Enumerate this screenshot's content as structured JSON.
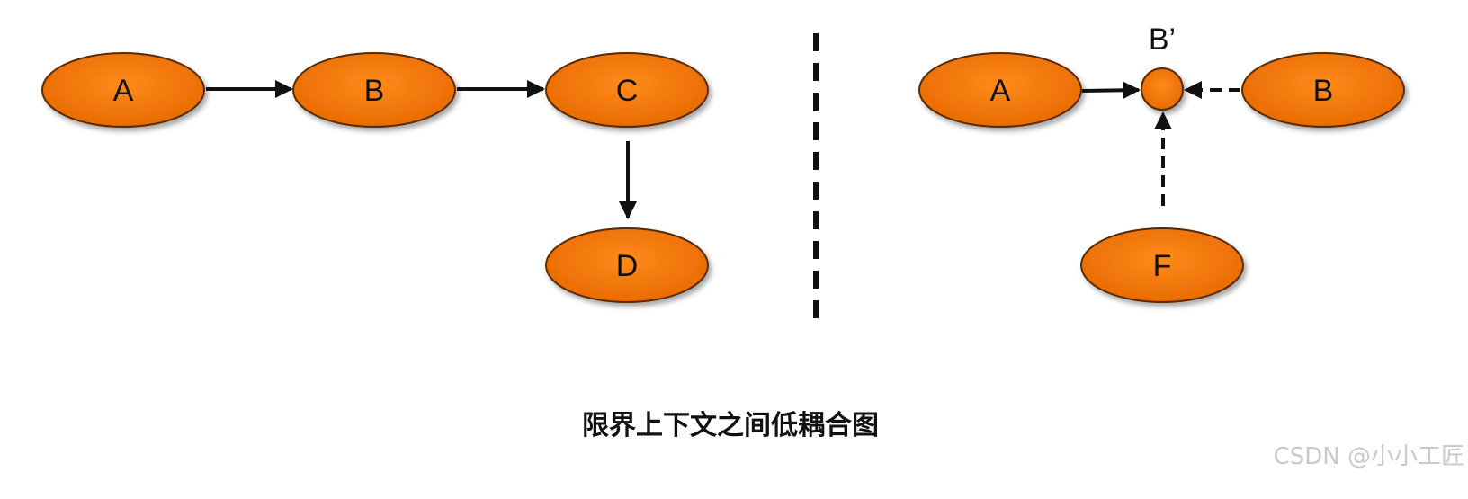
{
  "colors": {
    "node_fill": "#f07000",
    "node_stroke": "#5a2a00",
    "edge": "#111111",
    "divider": "#111111",
    "watermark": "#c9c9c9"
  },
  "diagram_left": {
    "nodes": {
      "a": "A",
      "b": "B",
      "c": "C",
      "d": "D"
    },
    "edges": [
      {
        "from": "A",
        "to": "B",
        "style": "solid"
      },
      {
        "from": "B",
        "to": "C",
        "style": "solid"
      },
      {
        "from": "C",
        "to": "D",
        "style": "solid"
      }
    ]
  },
  "diagram_right": {
    "nodes": {
      "a": "A",
      "b": "B",
      "f": "F"
    },
    "connector_label": "B’",
    "edges": [
      {
        "from": "A",
        "to": "B’",
        "style": "solid"
      },
      {
        "from": "B",
        "to": "B’",
        "style": "dashed"
      },
      {
        "from": "F",
        "to": "B’",
        "style": "dashed"
      }
    ]
  },
  "divider_style": "dashed",
  "caption": "限界上下文之间低耦合图",
  "watermark": "CSDN @小小工匠"
}
